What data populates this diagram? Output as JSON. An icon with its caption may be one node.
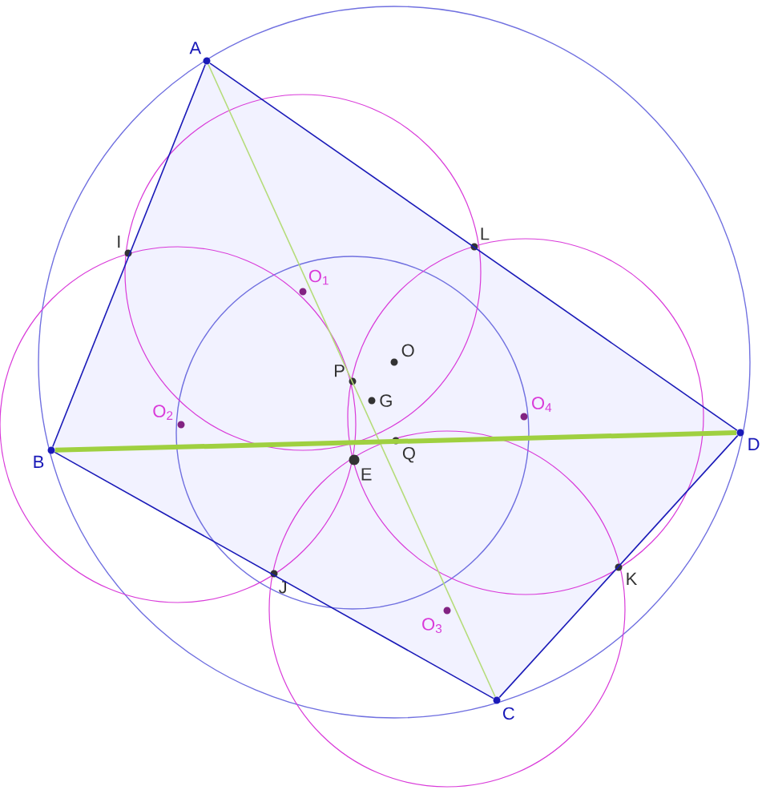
{
  "diagram": {
    "nodes": [
      {
        "text": [
          "A"
        ]
      },
      {
        "text": [
          "I"
        ]
      },
      {
        "text": [
          "L"
        ]
      },
      {
        "text": [
          "O$_{1}$"
        ]
      },
      {
        "text": [
          "O"
        ]
      },
      {
        "text": [
          "P"
        ]
      },
      {
        "text": [
          "G"
        ]
      },
      {
        "text": [
          "O$_{2}$"
        ]
      },
      {
        "text": [
          "B"
        ]
      },
      {
        "text": [
          "E"
        ]
      },
      {
        "text": [
          "Q"
        ]
      },
      {
        "text": [
          "O$_{4}$"
        ]
      },
      {
        "text": [
          "D"
        ]
      },
      {
        "text": [
          "J"
        ]
      },
      {
        "text": [
          "K"
        ]
      },
      {
        "text": [
          "O$_{3}$"
        ]
      },
      {
        "text": [
          "C"
        ]
      }
    ],
    "edges": [
      {
        "from": 0,
        "to": 8,
        "arrow": "none"
      },
      {
        "from": 8,
        "to": 16,
        "arrow": "none"
      },
      {
        "from": 16,
        "to": 12,
        "arrow": "none"
      },
      {
        "from": 12,
        "to": 0,
        "arrow": "none"
      },
      {
        "from": 0,
        "to": 16,
        "arrow": "none",
        "color": "#b5dc7a"
      },
      {
        "from": 8,
        "to": 12,
        "arrow": "none",
        "style": "thick",
        "color": "#9fd040"
      }
    ]
  }
}
